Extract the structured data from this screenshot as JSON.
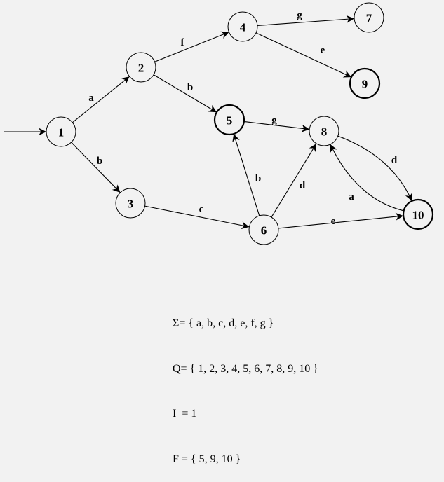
{
  "states": [
    {
      "id": "1",
      "final": false
    },
    {
      "id": "2",
      "final": false
    },
    {
      "id": "3",
      "final": false
    },
    {
      "id": "4",
      "final": false
    },
    {
      "id": "5",
      "final": true
    },
    {
      "id": "6",
      "final": false
    },
    {
      "id": "7",
      "final": false
    },
    {
      "id": "8",
      "final": false
    },
    {
      "id": "9",
      "final": true
    },
    {
      "id": "10",
      "final": true
    }
  ],
  "initial_state": "1",
  "transitions": [
    {
      "from": "1",
      "to": "2",
      "label": "a"
    },
    {
      "from": "1",
      "to": "3",
      "label": "b"
    },
    {
      "from": "2",
      "to": "4",
      "label": "f"
    },
    {
      "from": "2",
      "to": "5",
      "label": "b"
    },
    {
      "from": "4",
      "to": "7",
      "label": "g"
    },
    {
      "from": "4",
      "to": "9",
      "label": "e"
    },
    {
      "from": "5",
      "to": "8",
      "label": "g"
    },
    {
      "from": "3",
      "to": "6",
      "label": "c"
    },
    {
      "from": "6",
      "to": "5",
      "label": "b"
    },
    {
      "from": "6",
      "to": "8",
      "label": "d"
    },
    {
      "from": "6",
      "to": "10",
      "label": "e"
    },
    {
      "from": "8",
      "to": "10",
      "label": "d"
    },
    {
      "from": "10",
      "to": "8",
      "label": "a"
    }
  ],
  "definition": {
    "sigma": "Σ= { a, b, c, d, e, f, g }",
    "q": "Q= { 1, 2, 3, 4, 5, 6, 7, 8, 9, 10 }",
    "i": "I  = 1",
    "f": "F = { 5, 9, 10 }"
  }
}
